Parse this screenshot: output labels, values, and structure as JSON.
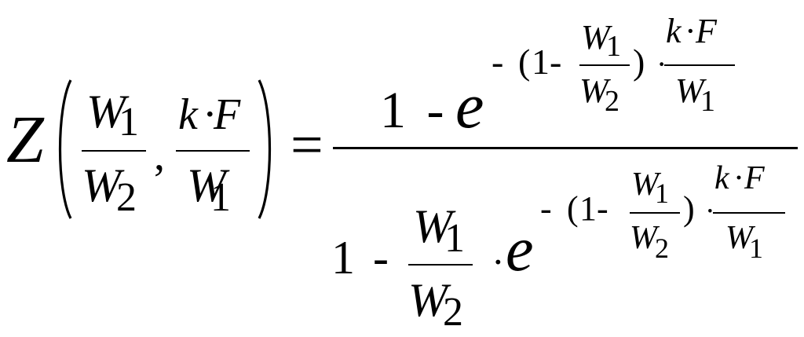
{
  "formula": {
    "lhs": {
      "function": "Z",
      "arg1": {
        "num_var": "W",
        "num_sub": "1",
        "den_var": "W",
        "den_sub": "2"
      },
      "comma": ",",
      "arg2": {
        "num_k": "k",
        "num_dot": "·",
        "num_F": "F",
        "den_var": "W",
        "den_sub": "1"
      }
    },
    "equals": "=",
    "numerator": {
      "one_minus": "1 -",
      "base": "e",
      "exp": {
        "minus": "-",
        "open": "(",
        "one_minus": "1-",
        "frac": {
          "num_var": "W",
          "num_sub": "1",
          "den_var": "W",
          "den_sub": "2"
        },
        "close": ")",
        "dot": "·",
        "frac2": {
          "num_k": "k",
          "num_dot": "·",
          "num_F": "F",
          "den_var": "W",
          "den_sub": "1"
        }
      }
    },
    "denominator": {
      "one_minus": "1 -",
      "frac": {
        "num_var": "W",
        "num_sub": "1",
        "den_var": "W",
        "den_sub": "2"
      },
      "dot": "·",
      "base": "e",
      "exp": {
        "minus": "-",
        "open": "(",
        "one_minus": "1-",
        "frac": {
          "num_var": "W",
          "num_sub": "1",
          "den_var": "W",
          "den_sub": "2"
        },
        "close": ")",
        "dot": "·",
        "frac2": {
          "num_k": "k",
          "num_dot": "·",
          "num_F": "F",
          "den_var": "W",
          "den_sub": "1"
        }
      }
    }
  }
}
